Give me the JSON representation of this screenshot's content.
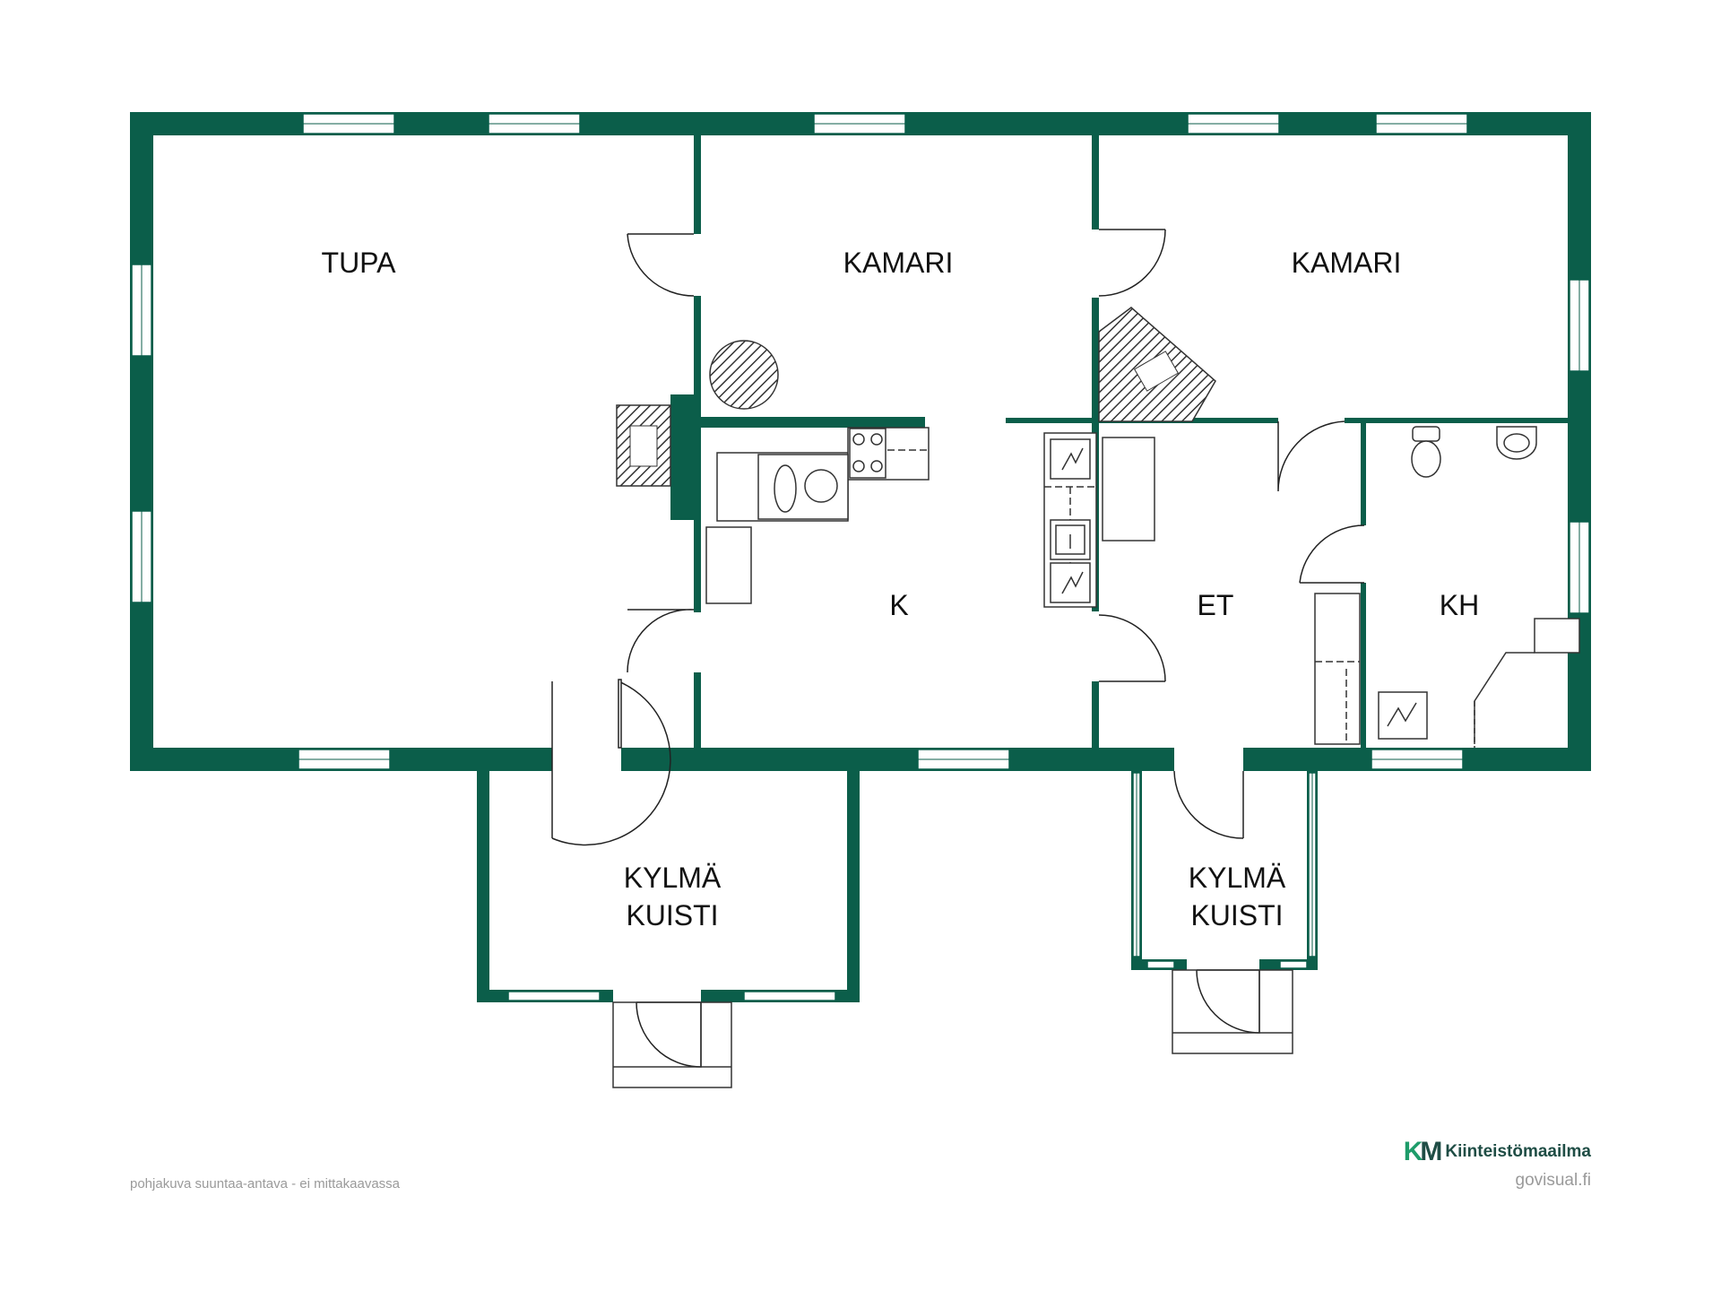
{
  "rooms": {
    "tupa": "TUPA",
    "kamari_1": "KAMARI",
    "kamari_2": "KAMARI",
    "keittio": "K",
    "eteinen": "ET",
    "kylpyhuone": "KH",
    "kuisti_1_line1": "KYLMÄ",
    "kuisti_1_line2": "KUISTI",
    "kuisti_2_line1": "KYLMÄ",
    "kuisti_2_line2": "KUISTI"
  },
  "footer": {
    "disclaimer": "pohjakuva suuntaa-antava - ei mittakaavassa",
    "brand_logo_k": "K",
    "brand_logo_m": "M",
    "brand_name": "Kiinteistömaailma",
    "credit": "govisual.fi"
  },
  "colors": {
    "wall": "#0b5e4a",
    "brand_green": "#1e9c6a",
    "brand_dark": "#1f4d45",
    "footer_text": "#9a9a9a"
  },
  "icons": [
    "stove-icon",
    "sink-icon",
    "toilet-icon",
    "washbasin-icon",
    "electric-panel-icon",
    "fireplace-icon"
  ]
}
